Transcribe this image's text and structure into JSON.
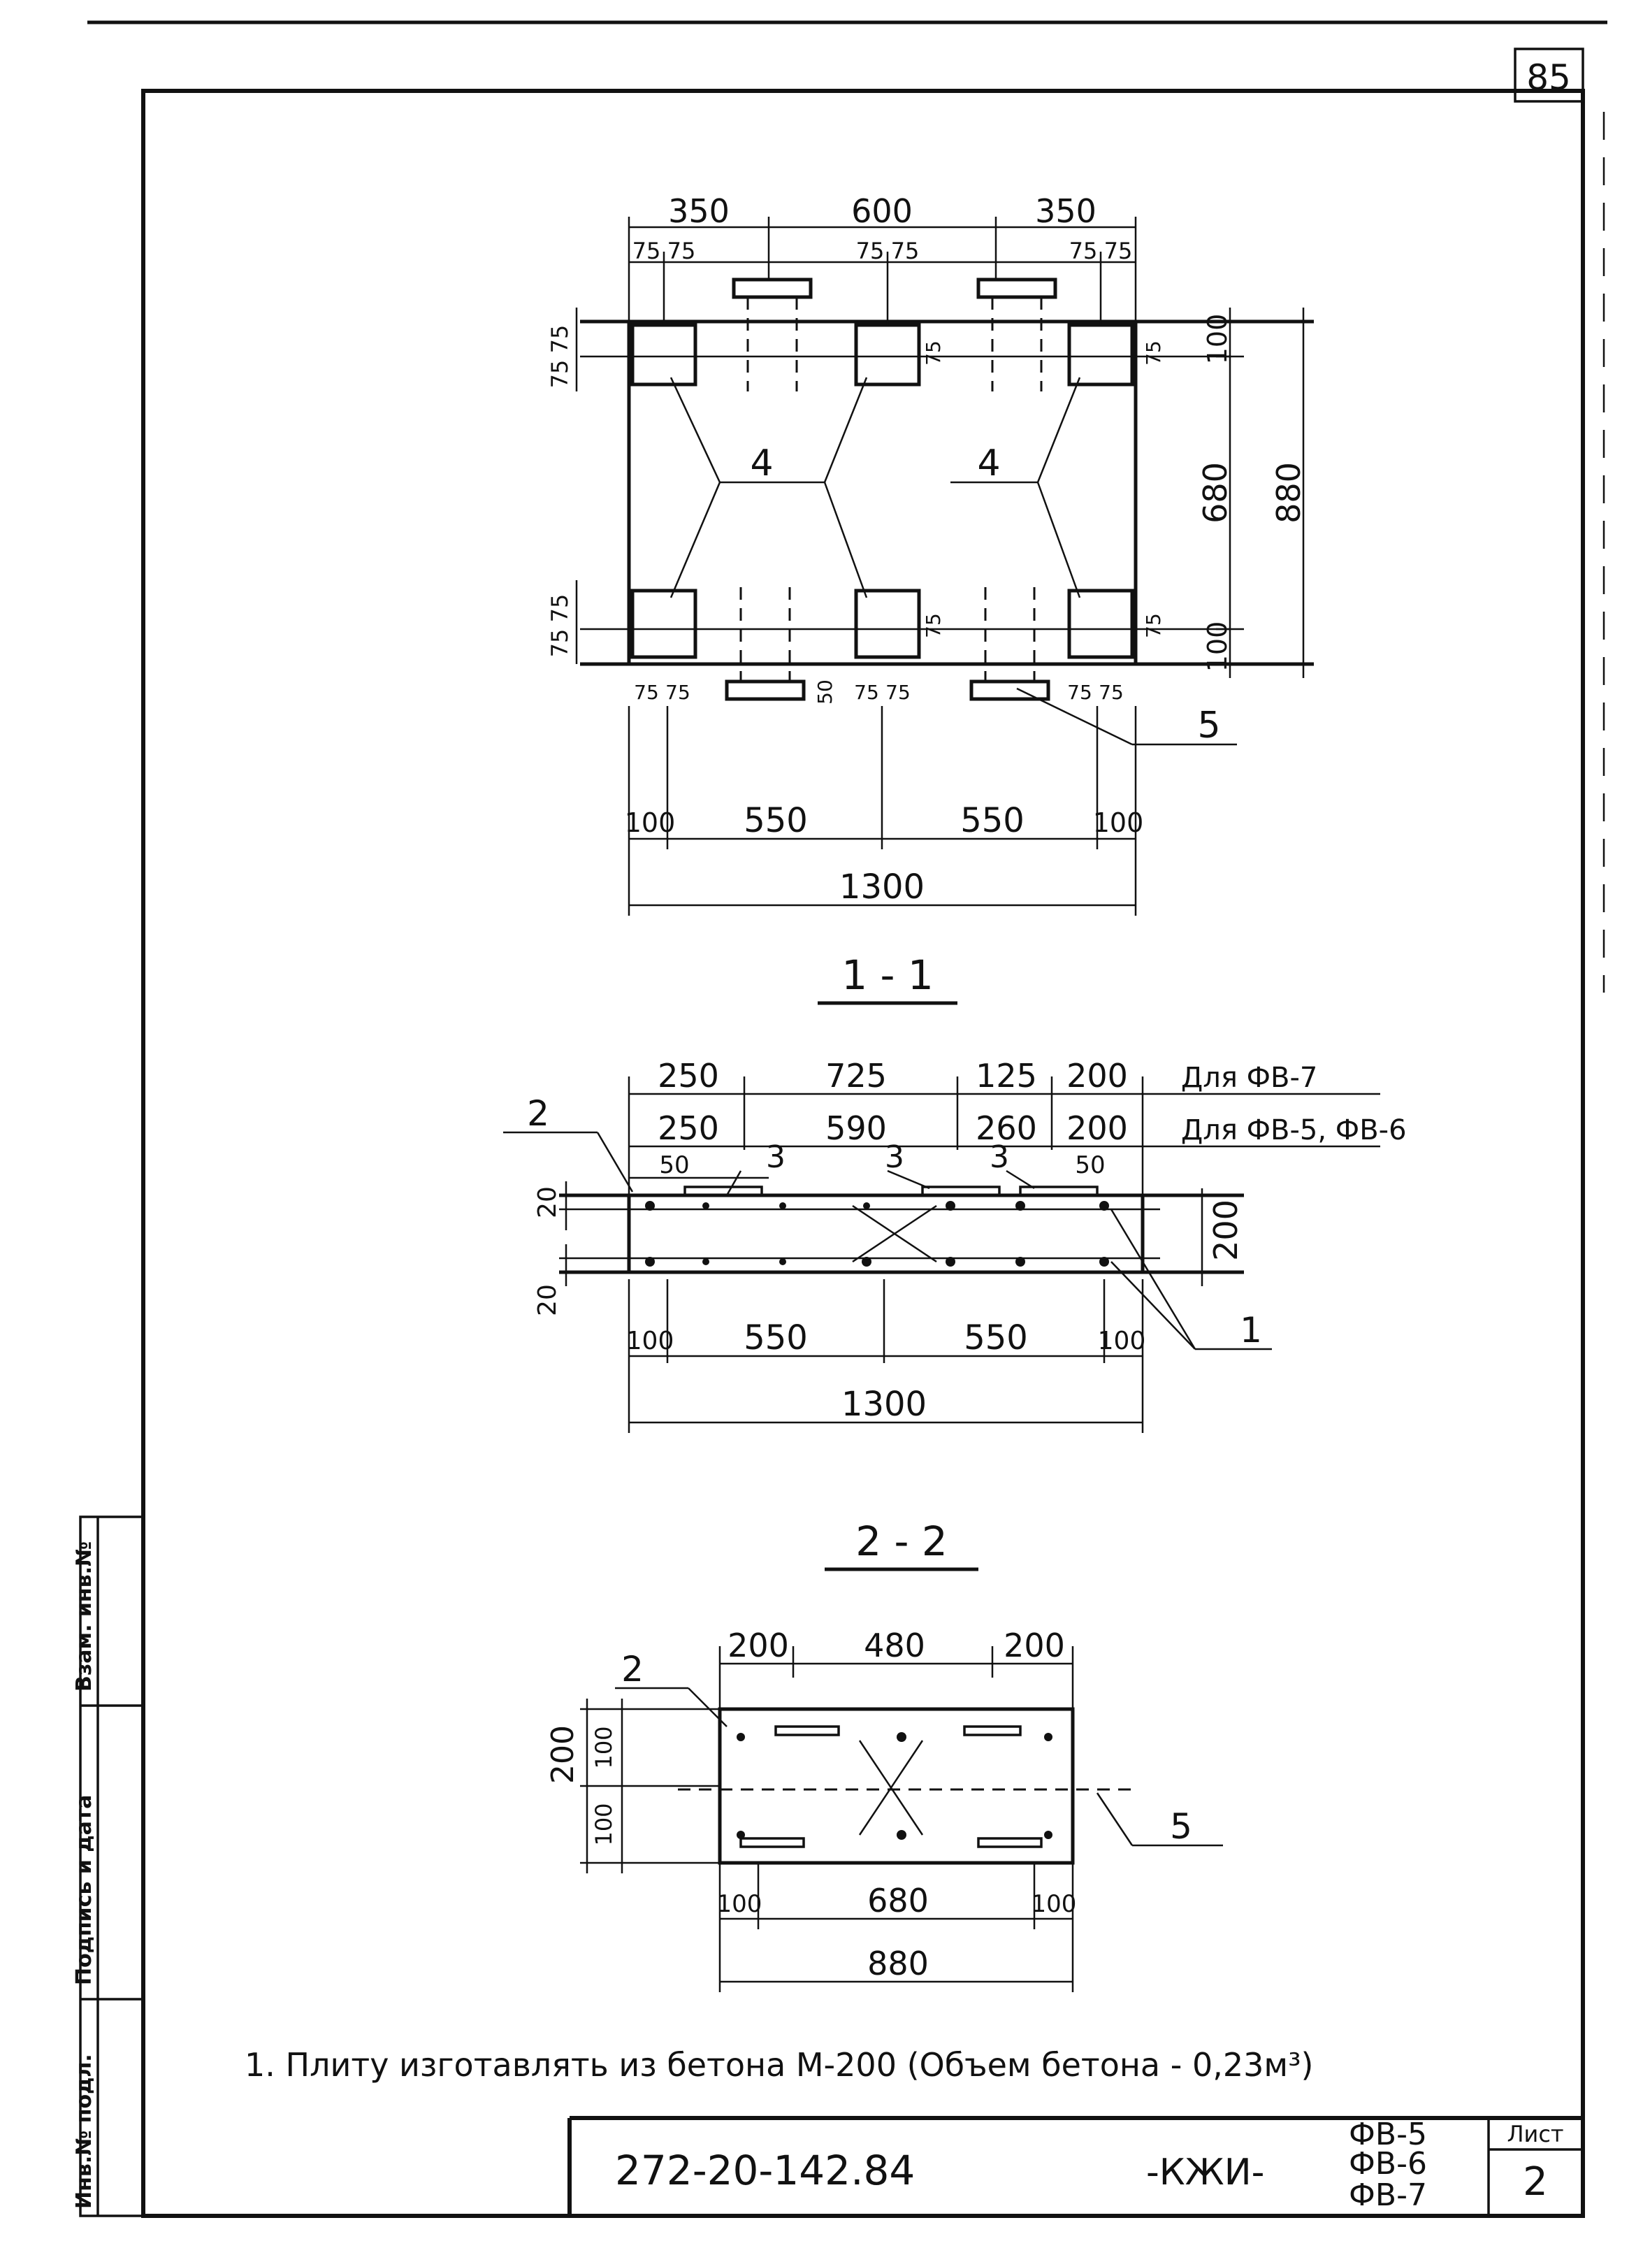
{
  "sheet": {
    "page_number": "85",
    "doc_code": "272-20-142.84",
    "mark": "-КЖИ-",
    "designations": [
      "ФВ-5",
      "ФВ-6",
      "ФВ-7"
    ],
    "sheet_label": "Лист",
    "sheet_number": "2"
  },
  "side_stamp": {
    "inv_no": "Инв.№ подл.",
    "sign_date": "Подпись и дата",
    "replace_inv": "Взам. инв.№"
  },
  "plan": {
    "top_dims": [
      "350",
      "600",
      "350"
    ],
    "top_sub": [
      "75",
      "75",
      "75",
      "75",
      "75",
      "75"
    ],
    "right_dims": [
      "100",
      "680",
      "880",
      "100"
    ],
    "left_sub": [
      "75",
      "75",
      "75",
      "75"
    ],
    "inner_sub": [
      "75",
      "75",
      "75",
      "75"
    ],
    "bottom_sub": [
      "75",
      "75",
      "50",
      "75",
      "75",
      "75",
      "75"
    ],
    "bottom_dims": [
      "100",
      "550",
      "550",
      "100"
    ],
    "total": "1300",
    "callout_4": "4",
    "callout_5": "5"
  },
  "section_1": {
    "title": "1 - 1",
    "row1": [
      "250",
      "725",
      "125",
      "200"
    ],
    "row1_note": "Для ФВ-7",
    "row2": [
      "250",
      "590",
      "260",
      "200"
    ],
    "row2_note": "Для ФВ-5, ФВ-6",
    "row3": [
      "50",
      "50"
    ],
    "callout_2": "2",
    "callout_3": "3",
    "callout_1": "1",
    "left_dims": [
      "20",
      "20"
    ],
    "height": "200",
    "bottom_dims": [
      "100",
      "550",
      "550",
      "100"
    ],
    "total": "1300"
  },
  "section_2": {
    "title": "2 - 2",
    "top_dims": [
      "200",
      "480",
      "200"
    ],
    "left_dims": [
      "200",
      "100",
      "100"
    ],
    "callout_2": "2",
    "callout_5": "5",
    "bottom_dims": [
      "100",
      "680",
      "100"
    ],
    "total": "880"
  },
  "note": "1. Плиту изготавлять из бетона М-200 (Объем бетона - 0,23м³)"
}
